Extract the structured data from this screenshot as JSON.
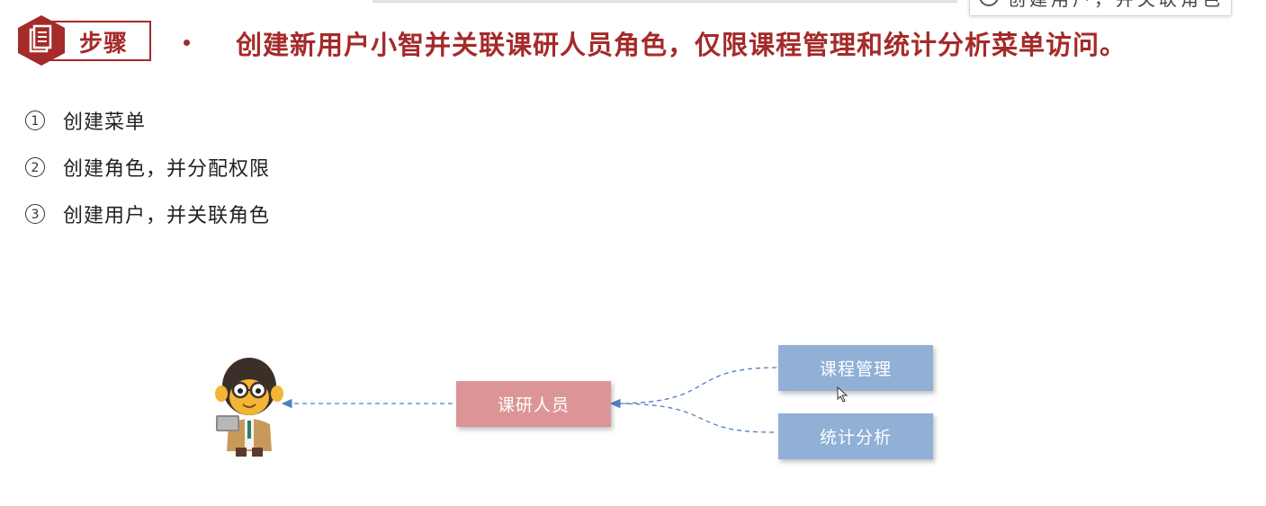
{
  "overlay": {
    "tooltip_text": "创建用户，并关联角色"
  },
  "header": {
    "step_label": "步骤",
    "headline": "创建新用户小智并关联课研人员角色，仅限课程管理和统计分析菜单访问。"
  },
  "steps": [
    {
      "num": "1",
      "text": "创建菜单"
    },
    {
      "num": "2",
      "text": "创建角色，并分配权限"
    },
    {
      "num": "3",
      "text": "创建用户，并关联角色"
    }
  ],
  "diagram": {
    "role_node": "课研人员",
    "menu_nodes": [
      "课程管理",
      "统计分析"
    ]
  },
  "colors": {
    "accent": "#a52a2a",
    "role_node": "#dc9597",
    "menu_node": "#90b0d6",
    "connector": "#4f7fc0"
  },
  "icons": [
    "document-icon",
    "user-avatar",
    "mouse-cursor-icon"
  ]
}
